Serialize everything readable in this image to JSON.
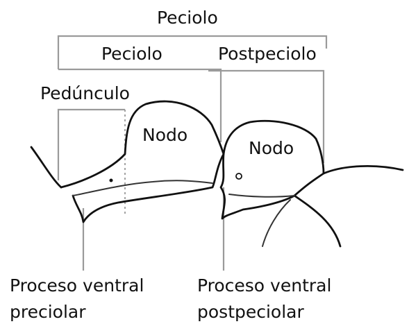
{
  "labels": {
    "peciolo_top": "Peciolo",
    "peciolo": "Peciolo",
    "postpeciolo": "Postpeciolo",
    "pedunculo": "Pedúnculo",
    "nodo_left": "Nodo",
    "nodo_right": "Nodo",
    "proceso_ventral_preciolar": [
      "Proceso ventral",
      "preciolar"
    ],
    "proceso_ventral_postpeciolar": [
      "Proceso ventral",
      "postpeciolar"
    ]
  }
}
